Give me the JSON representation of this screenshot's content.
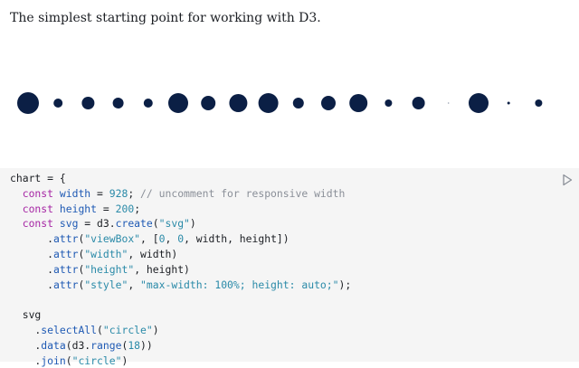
{
  "intro": {
    "text": "The simplest starting point for working with D3."
  },
  "chart_data": {
    "type": "scatter",
    "title": "",
    "xlabel": "",
    "ylabel": "",
    "x": [
      0,
      1,
      2,
      3,
      4,
      5,
      6,
      7,
      8,
      9,
      10,
      11,
      12,
      13,
      14,
      15,
      16,
      17
    ],
    "radius": [
      12,
      5,
      7,
      6,
      5,
      11,
      8,
      10,
      11,
      6,
      8,
      10,
      4,
      7,
      0.5,
      11,
      1.5,
      4
    ],
    "color": "#0b1f45"
  },
  "code_cell": {
    "run_icon": "run-icon",
    "lines": [
      [
        {
          "t": "chart",
          "c": "plain"
        },
        {
          "t": " = {",
          "c": "plain"
        }
      ],
      [
        {
          "t": "  const ",
          "c": "kw"
        },
        {
          "t": "width",
          "c": "var"
        },
        {
          "t": " = ",
          "c": "plain"
        },
        {
          "t": "928",
          "c": "num"
        },
        {
          "t": "; ",
          "c": "plain"
        },
        {
          "t": "// uncomment for responsive width",
          "c": "com"
        }
      ],
      [
        {
          "t": "  const ",
          "c": "kw"
        },
        {
          "t": "height",
          "c": "var"
        },
        {
          "t": " = ",
          "c": "plain"
        },
        {
          "t": "200",
          "c": "num"
        },
        {
          "t": ";",
          "c": "plain"
        }
      ],
      [
        {
          "t": "  const ",
          "c": "kw"
        },
        {
          "t": "svg",
          "c": "var"
        },
        {
          "t": " = d3.",
          "c": "plain"
        },
        {
          "t": "create",
          "c": "fn"
        },
        {
          "t": "(",
          "c": "plain"
        },
        {
          "t": "\"svg\"",
          "c": "str"
        },
        {
          "t": ")",
          "c": "plain"
        }
      ],
      [
        {
          "t": "      .",
          "c": "plain"
        },
        {
          "t": "attr",
          "c": "fn"
        },
        {
          "t": "(",
          "c": "plain"
        },
        {
          "t": "\"viewBox\"",
          "c": "str"
        },
        {
          "t": ", [",
          "c": "plain"
        },
        {
          "t": "0",
          "c": "num"
        },
        {
          "t": ", ",
          "c": "plain"
        },
        {
          "t": "0",
          "c": "num"
        },
        {
          "t": ", width, height])",
          "c": "plain"
        }
      ],
      [
        {
          "t": "      .",
          "c": "plain"
        },
        {
          "t": "attr",
          "c": "fn"
        },
        {
          "t": "(",
          "c": "plain"
        },
        {
          "t": "\"width\"",
          "c": "str"
        },
        {
          "t": ", width)",
          "c": "plain"
        }
      ],
      [
        {
          "t": "      .",
          "c": "plain"
        },
        {
          "t": "attr",
          "c": "fn"
        },
        {
          "t": "(",
          "c": "plain"
        },
        {
          "t": "\"height\"",
          "c": "str"
        },
        {
          "t": ", height)",
          "c": "plain"
        }
      ],
      [
        {
          "t": "      .",
          "c": "plain"
        },
        {
          "t": "attr",
          "c": "fn"
        },
        {
          "t": "(",
          "c": "plain"
        },
        {
          "t": "\"style\"",
          "c": "str"
        },
        {
          "t": ", ",
          "c": "plain"
        },
        {
          "t": "\"max-width: 100%; height: auto;\"",
          "c": "str"
        },
        {
          "t": ");",
          "c": "plain"
        }
      ],
      [
        {
          "t": "",
          "c": "plain"
        }
      ],
      [
        {
          "t": "  svg",
          "c": "plain"
        }
      ],
      [
        {
          "t": "    .",
          "c": "plain"
        },
        {
          "t": "selectAll",
          "c": "fn"
        },
        {
          "t": "(",
          "c": "plain"
        },
        {
          "t": "\"circle\"",
          "c": "str"
        },
        {
          "t": ")",
          "c": "plain"
        }
      ],
      [
        {
          "t": "    .",
          "c": "plain"
        },
        {
          "t": "data",
          "c": "fn"
        },
        {
          "t": "(d3.",
          "c": "plain"
        },
        {
          "t": "range",
          "c": "fn"
        },
        {
          "t": "(",
          "c": "plain"
        },
        {
          "t": "18",
          "c": "num"
        },
        {
          "t": "))",
          "c": "plain"
        }
      ],
      [
        {
          "t": "    .",
          "c": "plain"
        },
        {
          "t": "join",
          "c": "fn"
        },
        {
          "t": "(",
          "c": "plain"
        },
        {
          "t": "\"circle\"",
          "c": "str"
        },
        {
          "t": ")",
          "c": "plain"
        }
      ]
    ]
  }
}
